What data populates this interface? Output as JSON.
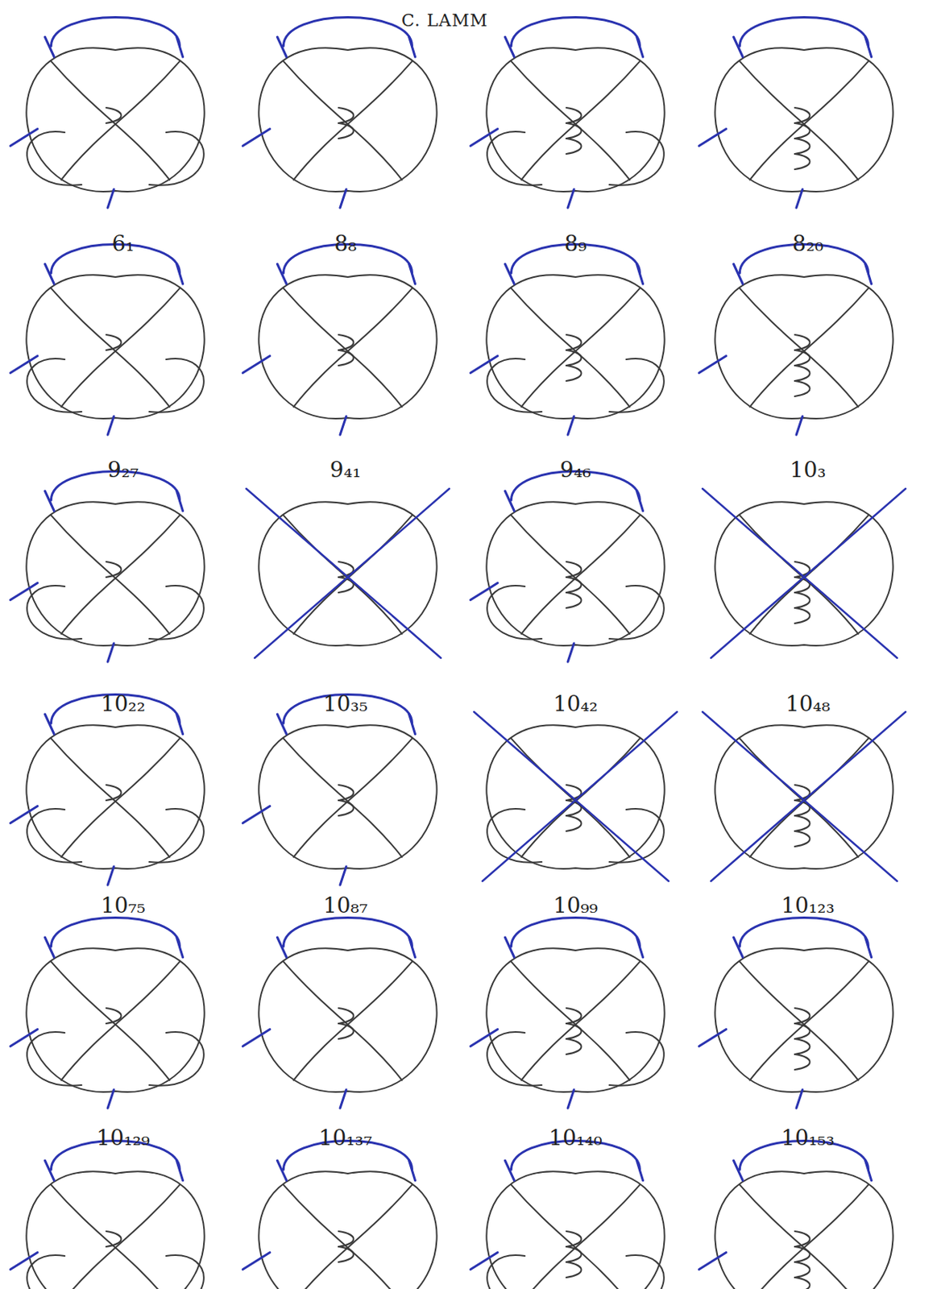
{
  "diagram": {
    "title": "C. LAMM",
    "labels": [
      "6₁",
      "8₈",
      "8₉",
      "8₂₀",
      "9₂₇",
      "9₄₁",
      "9₄₆",
      "10₃",
      "10₂₂",
      "10₃₅",
      "10₄₂",
      "10₄₈",
      "10₇₅",
      "10₈₇",
      "10₉₉",
      "10₁₂₃",
      "10₁₂₉",
      "10₁₃₇",
      "10₁₄₀",
      "10₁₅₃"
    ]
  }
}
